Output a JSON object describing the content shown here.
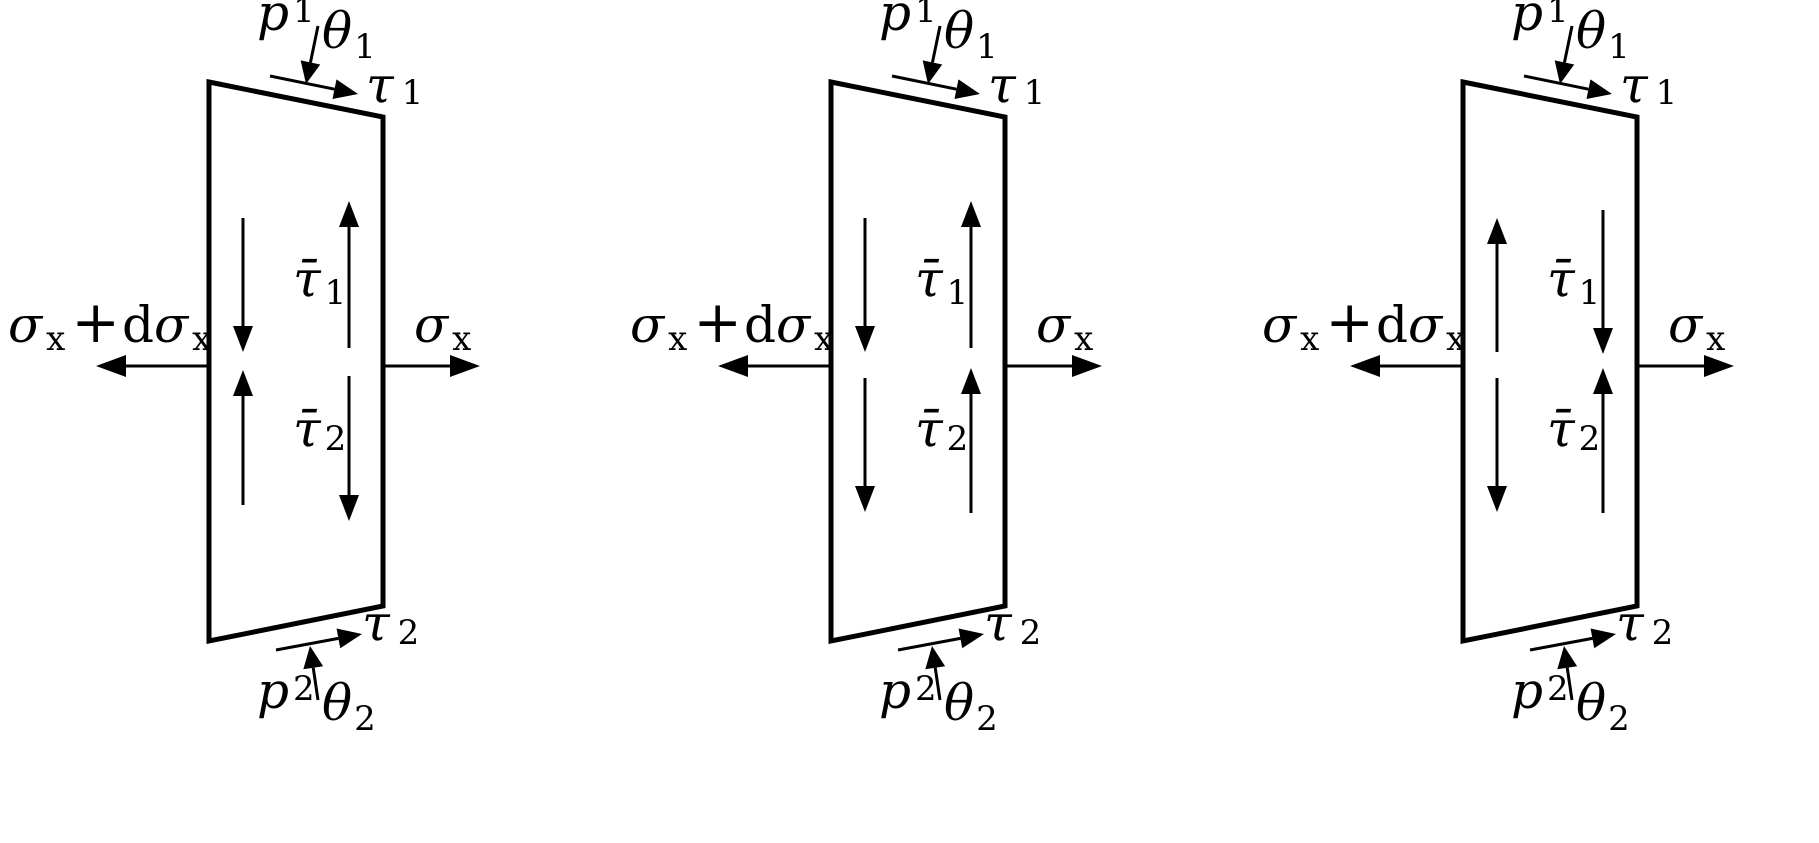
{
  "panels": [
    {
      "id": "a",
      "labels": {
        "p1": "p",
        "p1_sub": "1",
        "theta1": "θ",
        "theta1_sub": "1",
        "tau1": "τ",
        "tau1_sub": "1",
        "p2": "p",
        "p2_sub": "2",
        "theta2": "θ",
        "theta2_sub": "2",
        "tau2": "τ",
        "tau2_sub": "2",
        "taubar1": "τ̄",
        "taubar1_sub": "1",
        "taubar2": "τ̄",
        "taubar2_sub": "2",
        "sigma_left": "σ",
        "sigma_left_sub": "x",
        "plus": "+",
        "d": "d",
        "sigma_left2": "σ",
        "sigma_left2_sub": "x",
        "sigma_right": "σ",
        "sigma_right_sub": "x"
      },
      "inner_left_arrows": [
        "down",
        "up"
      ],
      "inner_right_arrows": [
        "up",
        "down"
      ]
    },
    {
      "id": "b",
      "labels": {
        "p1": "p",
        "p1_sub": "1",
        "theta1": "θ",
        "theta1_sub": "1",
        "tau1": "τ",
        "tau1_sub": "1",
        "p2": "p",
        "p2_sub": "2",
        "theta2": "θ",
        "theta2_sub": "2",
        "tau2": "τ",
        "tau2_sub": "2",
        "taubar1": "τ̄",
        "taubar1_sub": "1",
        "taubar2": "τ̄",
        "taubar2_sub": "2",
        "sigma_left": "σ",
        "sigma_left_sub": "x",
        "plus": "+",
        "d": "d",
        "sigma_left2": "σ",
        "sigma_left2_sub": "x",
        "sigma_right": "σ",
        "sigma_right_sub": "x"
      },
      "inner_left_arrows": [
        "down",
        "down"
      ],
      "inner_right_arrows": [
        "up",
        "up"
      ]
    },
    {
      "id": "c",
      "labels": {
        "p1": "p",
        "p1_sub": "1",
        "theta1": "θ",
        "theta1_sub": "1",
        "tau1": "τ",
        "tau1_sub": "1",
        "p2": "p",
        "p2_sub": "2",
        "theta2": "θ",
        "theta2_sub": "2",
        "tau2": "τ",
        "tau2_sub": "2",
        "taubar1": "τ̄",
        "taubar1_sub": "1",
        "taubar2": "τ̄",
        "taubar2_sub": "2",
        "sigma_left": "σ",
        "sigma_left_sub": "x",
        "plus": "+",
        "d": "d",
        "sigma_left2": "σ",
        "sigma_left2_sub": "x",
        "sigma_right": "σ",
        "sigma_right_sub": "x"
      },
      "inner_left_arrows": [
        "up",
        "down"
      ],
      "inner_right_arrows": [
        "down",
        "up"
      ]
    }
  ],
  "colors": {
    "stroke": "#000000",
    "background": "#ffffff"
  }
}
